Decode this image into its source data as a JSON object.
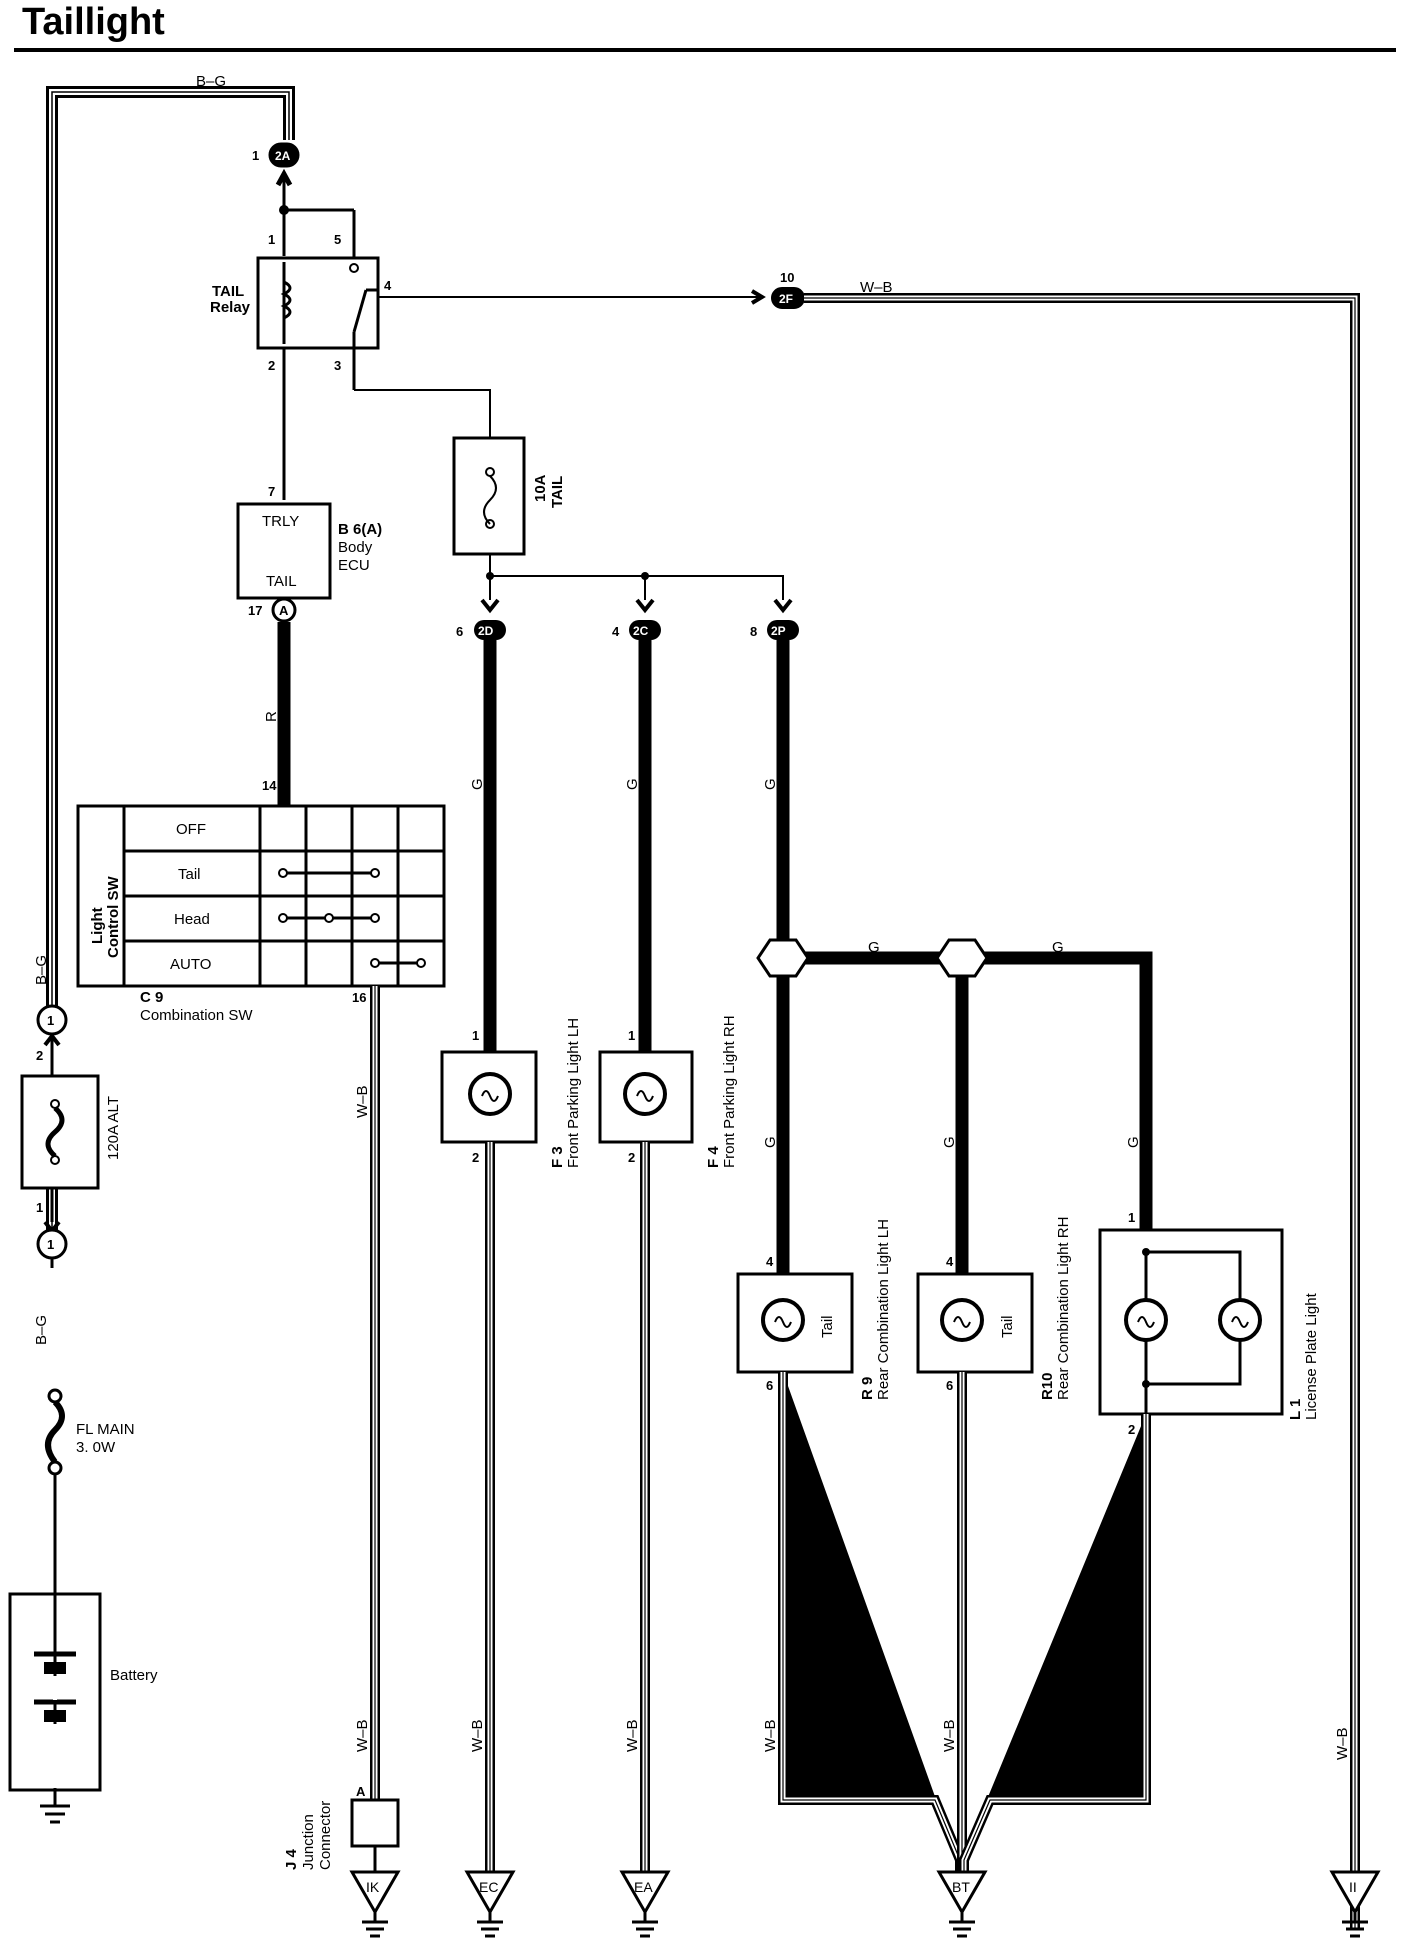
{
  "title": "Taillight",
  "wire_colors": {
    "bg": "B–G",
    "wb": "W–B",
    "r": "R",
    "g": "G"
  },
  "tail_relay": {
    "name_line1": "TAIL",
    "name_line2": "Relay",
    "pins": [
      "1",
      "5",
      "4",
      "2",
      "3"
    ]
  },
  "connectors": {
    "c2a": {
      "pin": "1",
      "id": "2A"
    },
    "c2f": {
      "pin": "10",
      "id": "2F"
    },
    "c2d": {
      "pin": "6",
      "id": "2D"
    },
    "c2c": {
      "pin": "4",
      "id": "2C"
    },
    "c2p": {
      "pin": "8",
      "id": "2P"
    },
    "ca": {
      "pin": "17",
      "id": "A"
    },
    "c1_top": {
      "pin": "2",
      "id": "1"
    },
    "c1_bot": {
      "pin": "1",
      "id": "1"
    }
  },
  "fuse_tail": {
    "line1": "10A",
    "line2": "TAIL"
  },
  "body_ecu": {
    "pin_top": "7",
    "terminal_top": "TRLY",
    "terminal_bottom": "TAIL",
    "code": "B 6(A)",
    "name_line1": "Body",
    "name_line2": "ECU"
  },
  "light_switch": {
    "pin_top": "14",
    "pin_bottom": "16",
    "side_line1": "Light",
    "side_line2": "Control SW",
    "positions": [
      "OFF",
      "Tail",
      "Head",
      "AUTO"
    ],
    "code": "C 9",
    "name": "Combination SW"
  },
  "alt_fuse": {
    "label": "120A ALT"
  },
  "fl_main": {
    "line1": "FL MAIN",
    "line2": "3. 0W"
  },
  "battery": {
    "label": "Battery"
  },
  "junction": {
    "pin": "A",
    "code": "J 4",
    "name_line1": "Junction",
    "name_line2": "Connector"
  },
  "front_lh": {
    "code": "F 3",
    "name": "Front Parking Light LH",
    "pin_top": "1",
    "pin_bottom": "2"
  },
  "front_rh": {
    "code": "F 4",
    "name": "Front Parking Light RH",
    "pin_top": "1",
    "pin_bottom": "2"
  },
  "rear_lh": {
    "code": "R 9",
    "name": "Rear Combination Light LH",
    "inner": "Tail",
    "pin_top": "4",
    "pin_bottom": "6"
  },
  "rear_rh": {
    "code": "R10",
    "name": "Rear Combination Light RH",
    "inner": "Tail",
    "pin_top": "4",
    "pin_bottom": "6"
  },
  "license": {
    "code": "L 1",
    "name": "License Plate Light",
    "pin_top": "1",
    "pin_bottom": "2"
  },
  "grounds": [
    "IK",
    "EC",
    "EA",
    "BT",
    "II"
  ]
}
